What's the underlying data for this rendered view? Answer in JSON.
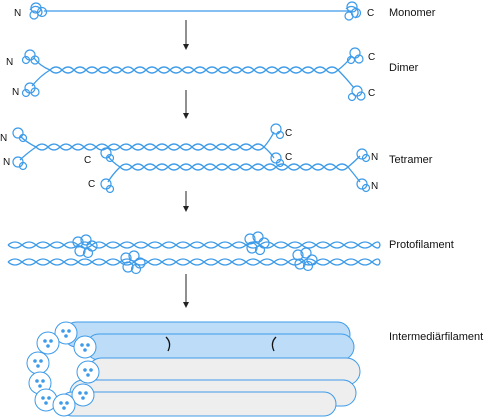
{
  "stages": {
    "monomer": "Monomer",
    "dimer": "Dimer",
    "tetramer": "Tetramer",
    "protofilament": "Protofilament",
    "intermediate_filament": "Intermediärfilament"
  },
  "termini": {
    "n": "N",
    "c": "C"
  },
  "colors": {
    "strand": "#3d9be9",
    "rod_light": "#bcdcf8",
    "rod_grey": "#eeeeee",
    "text": "#111111"
  }
}
